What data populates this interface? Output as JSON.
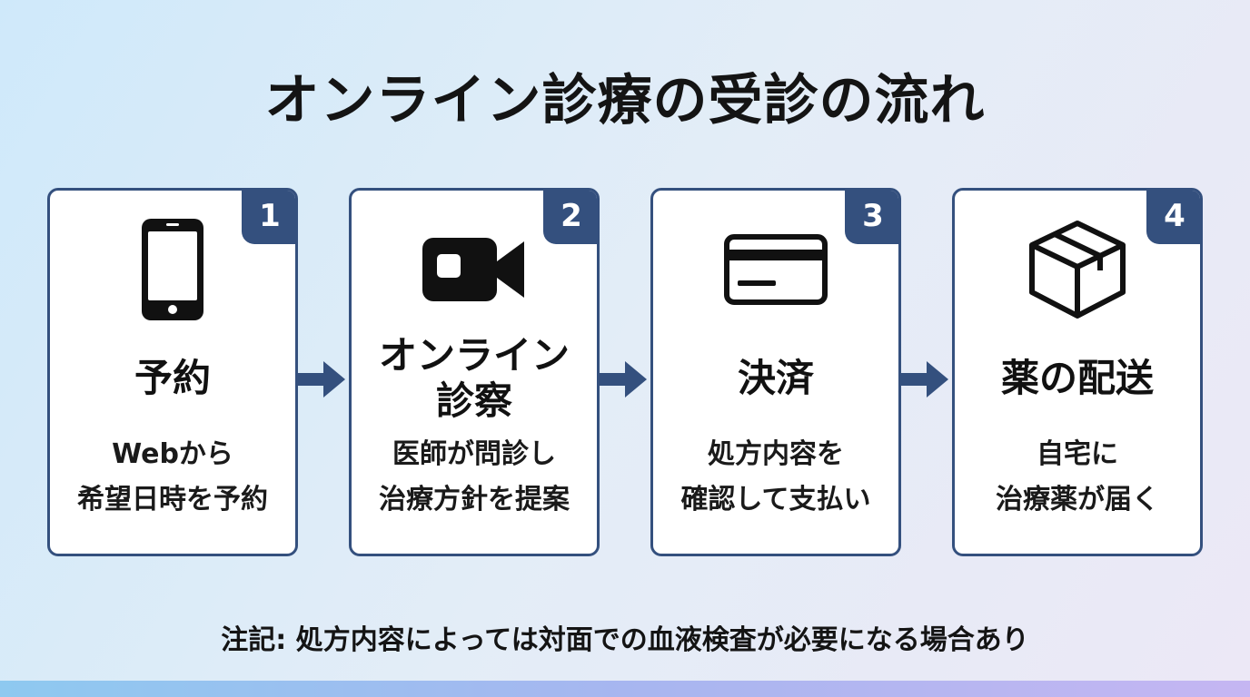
{
  "title": "オンライン診療の受診の流れ",
  "steps": [
    {
      "number": "1",
      "icon": "smartphone-icon",
      "label": "予約",
      "description": "Webから\n希望日時を予約"
    },
    {
      "number": "2",
      "icon": "video-camera-icon",
      "label": "オンライン\n診察",
      "description": "医師が問診し\n治療方針を提案"
    },
    {
      "number": "3",
      "icon": "credit-card-icon",
      "label": "決済",
      "description": "処方内容を\n確認して支払い"
    },
    {
      "number": "4",
      "icon": "package-box-icon",
      "label": "薬の配送",
      "description": "自宅に\n治療薬が届く"
    }
  ],
  "note": "注記: 処方内容によっては対面での血液検査が必要になる場合あり",
  "colors": {
    "accent": "#34507e",
    "text": "#141414",
    "card_bg": "#ffffff"
  }
}
